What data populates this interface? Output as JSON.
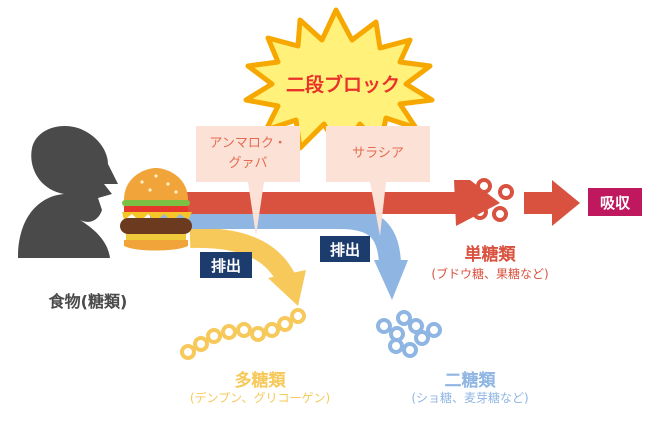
{
  "burst": {
    "label": "二段ブロック"
  },
  "callouts": {
    "left_line1": "アンマロク・",
    "left_line2": "グァバ",
    "right": "サラシア"
  },
  "person": {
    "label": "食物(糖類)"
  },
  "badges": {
    "excrete_left": "排出",
    "excrete_right": "排出",
    "absorb": "吸収"
  },
  "groups": {
    "mono": {
      "title": "単糖類",
      "sub": "(ブドウ糖、果糖など)"
    },
    "di": {
      "title": "二糖類",
      "sub": "(ショ糖、麦芽糖など)"
    },
    "poly": {
      "title": "多糖類",
      "sub": "(デンプン、グリコーゲン)"
    }
  },
  "colors": {
    "red": "#d9523f",
    "blue": "#8fb6e3",
    "yellow": "#f6c95a",
    "navy": "#1d3c6e",
    "magenta": "#c0185e",
    "person": "#4a4a4a",
    "callout": "#fbe1d6",
    "burst_fill": "#fff17a",
    "burst_stroke": "#f6a800"
  }
}
